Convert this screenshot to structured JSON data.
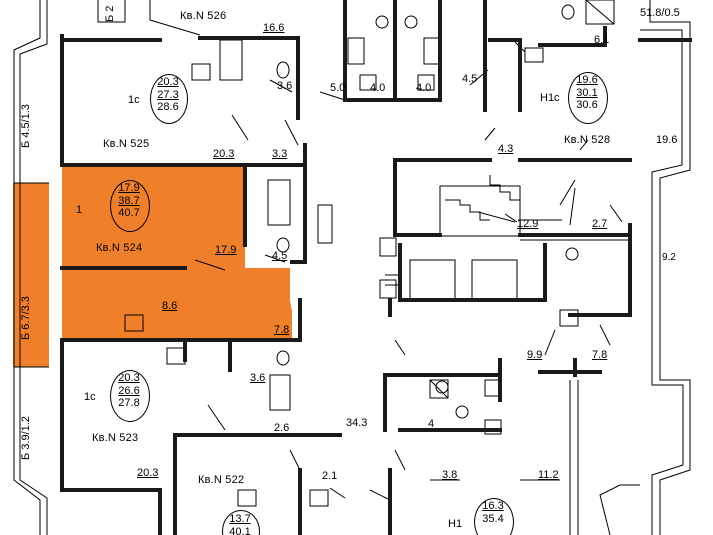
{
  "colors": {
    "highlight": "#F07F2A",
    "wall": "#1a1a1a",
    "line": "#000000"
  },
  "apartments": {
    "k526": {
      "name": "Кв.N 526"
    },
    "k525": {
      "name": "Кв.N 525",
      "type": "1с",
      "areas": [
        "20.3",
        "27.3",
        "28.6"
      ]
    },
    "k524": {
      "name": "Кв.N 524",
      "rooms": "1",
      "areas": [
        "17.9",
        "38.7",
        "40.7"
      ]
    },
    "k523": {
      "name": "Кв.N 523",
      "type": "1с",
      "areas": [
        "20.3",
        "26.6",
        "27.8"
      ]
    },
    "k522": {
      "name": "Кв.N 522",
      "areas": [
        "13.7",
        "40.1"
      ]
    },
    "k528": {
      "name": "Кв.N 528",
      "type": "Н1с",
      "areas": [
        "19.6",
        "30.1",
        "30.6"
      ]
    },
    "k_se": {
      "type": "Н1",
      "areas": [
        "16.3",
        "35.4"
      ]
    }
  },
  "room_areas": {
    "r166": "16.6",
    "r36a": "3.6",
    "r50": "5.0",
    "r40a": "4.0",
    "r40b": "4.0",
    "r45": "4.5",
    "r61": "6.1",
    "r518": "51.8/0.5",
    "r203a": "20.3",
    "r33": "3.3",
    "r196": "19.6",
    "r43a": "4.3",
    "r179": "17.9",
    "r45b": "4.5",
    "r86": "8.6",
    "r78a": "7.8",
    "r129": "12.9",
    "r27": "2.7",
    "r92": "9.2",
    "r99": "9.9",
    "r78b": "7.8",
    "r36b": "3.6",
    "r343": "34.3",
    "r26": "2.6",
    "r4": "4",
    "r203b": "20.3",
    "r21": "2.1",
    "r38": "3.8",
    "r112": "11.2"
  },
  "balconies": {
    "b1": "Б 4.5/1.3",
    "b2": "Б 6.7/3.3",
    "b3": "Б 3.9/1.2",
    "b4": "Б 2"
  }
}
